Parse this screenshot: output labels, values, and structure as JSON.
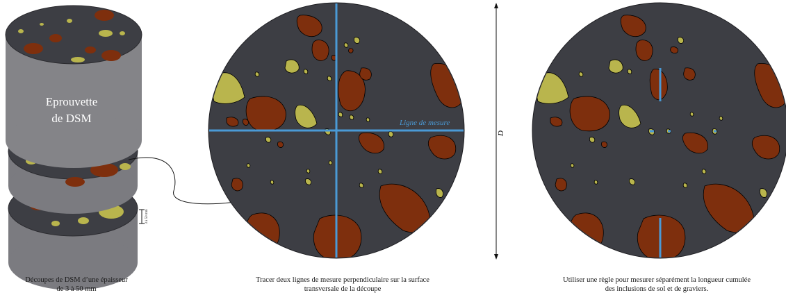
{
  "specimen": {
    "label_line1": "Eprouvette",
    "label_line2": "de DSM",
    "thickness_note": "3 à 50 mm"
  },
  "middle": {
    "measure_line_label": "Ligne de mesure"
  },
  "dimension": {
    "label": "D"
  },
  "captions": {
    "left": [
      "Découpes de DSM d’une épaisseur",
      "de 3 à 50 mm"
    ],
    "middle": [
      "Tracer deux lignes de mesure perpendiculaire sur la surface",
      "transversale de la découpe"
    ],
    "right": [
      "Utiliser une règle pour mesurer séparément la longueur cumulée",
      "des inclusions de sol et de graviers."
    ]
  },
  "colors": {
    "concrete": "#3d3e44",
    "cylinder_side": "#808084",
    "soil": "#7e2f0d",
    "gravel": "#b9b54d",
    "line": "#4a9ad6"
  }
}
